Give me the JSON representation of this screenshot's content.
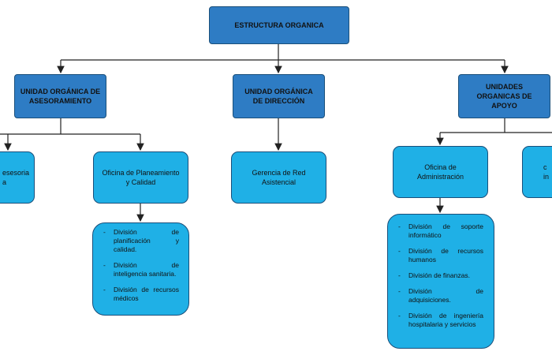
{
  "title": "ESTRUCTURA ORGANICA",
  "level1": {
    "asesoramiento": "UNIDAD ORGÁNICA DE ASESORAMIENTO",
    "direccion": "UNIDAD ORGÁNICA DE DIRECCIÓN",
    "apoyo": "UNIDADES ORGANICAS DE APOYO"
  },
  "level2": {
    "asesoria_partial": "esesoria\na",
    "planeamiento": "Oficina de Planeamiento y Calidad",
    "gerencia": "Gerencia de Red Asistencial",
    "administracion": "Oficina de Administración",
    "right_partial": "c\nin"
  },
  "planeamiento_divisions": [
    "División de planificación y calidad.",
    "División de inteligencia sanitaria.",
    "División de recursos médicos"
  ],
  "administracion_divisions": [
    "División de soporte informático",
    "División de recursos humanos",
    "División de finanzas.",
    "División de adquisiciones.",
    "División de ingeniería hospitalaria y servicios"
  ],
  "colors": {
    "dark_box": "#2e7cc4",
    "light_box": "#1fb0e6",
    "border": "#1a4f7a",
    "connector": "#222222"
  }
}
